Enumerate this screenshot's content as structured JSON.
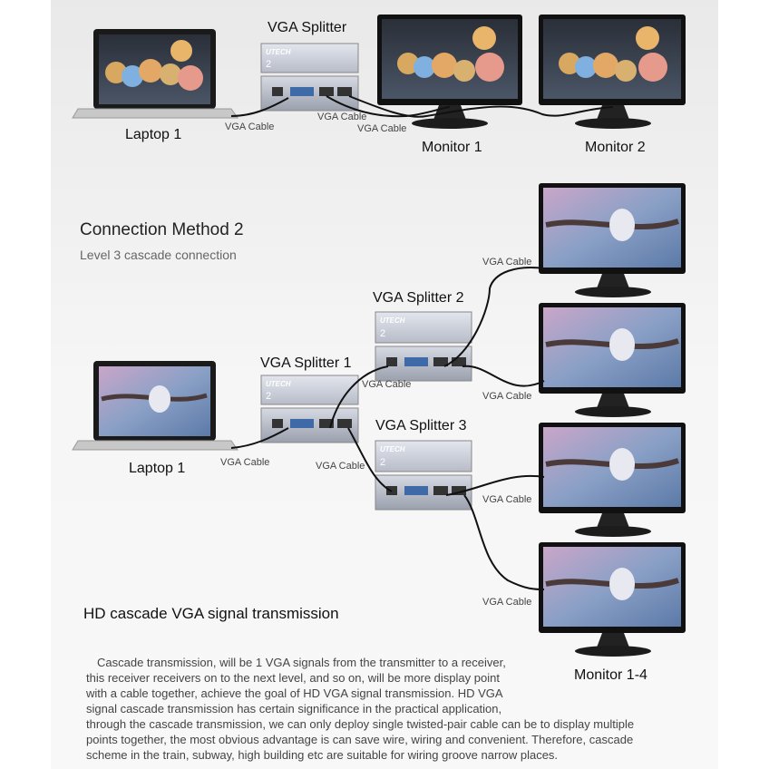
{
  "top_diagram": {
    "splitter_label": "VGA Splitter",
    "laptop_label": "Laptop 1",
    "monitor1_label": "Monitor 1",
    "monitor2_label": "Monitor 2",
    "cable_labels": [
      "VGA Cable",
      "VGA Cable",
      "VGA Cable"
    ]
  },
  "method2": {
    "title": "Connection Method 2",
    "subtitle": "Level 3 cascade connection",
    "splitter1_label": "VGA Splitter 1",
    "splitter2_label": "VGA Splitter 2",
    "splitter3_label": "VGA Splitter 3",
    "laptop_label": "Laptop 1",
    "monitors_label": "Monitor 1-4",
    "cable_labels": [
      "VGA Cable",
      "VGA Cable",
      "VGA Cable",
      "VGA Cable",
      "VGA Cable",
      "VGA Cable",
      "VGA Cable"
    ],
    "device_brand": "UTECH"
  },
  "description": {
    "title": "HD cascade VGA signal transmission",
    "body": "Cascade transmission, will be 1 VGA signals from the transmitter to a receiver,\nthis receiver receivers on to the next level, and so on, will be more display point\nwith a cable together, achieve the goal of HD VGA signal transmission. HD VGA\nsignal cascade transmission has certain significance in the practical application,\nthrough the cascade transmission, we can only deploy single twisted-pair cable can be to display multiple\npoints together, the most obvious advantage is can save wire, wiring and convenient. Therefore, cascade\nscheme in the train, subway, high building etc are suitable for wiring groove narrow places."
  }
}
